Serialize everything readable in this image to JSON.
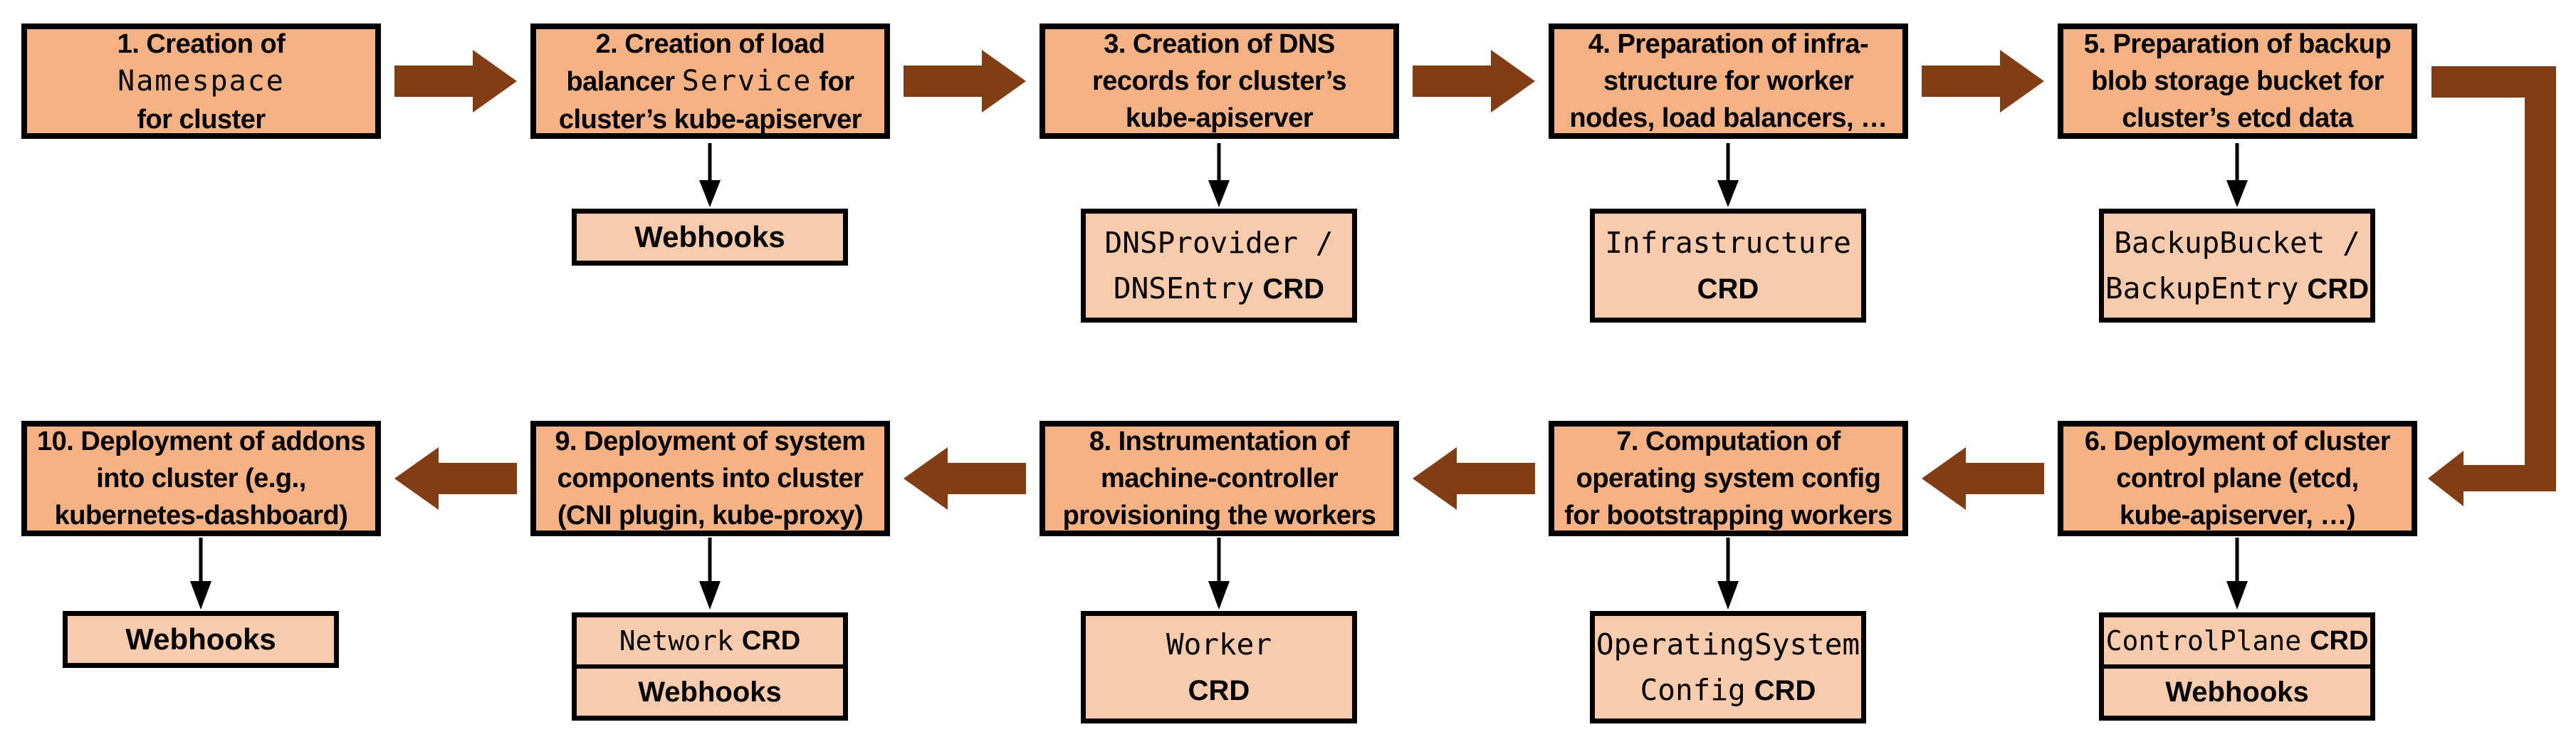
{
  "colors": {
    "main_box_fill": "#F4B183",
    "sub_box_fill": "#F8CBAD",
    "arrow_brown": "#833D14",
    "border": "#000000"
  },
  "steps": [
    {
      "num": "1",
      "lines": [
        {
          "pre": "1. Creation of"
        },
        {
          "mono": "Namespace"
        },
        {
          "pre": "for cluster"
        }
      ],
      "subs": []
    },
    {
      "num": "2",
      "lines": [
        {
          "pre": "2. Creation of load"
        },
        {
          "pre": "balancer ",
          "mono": "Service",
          "post": " for"
        },
        {
          "pre": "cluster’s kube-apiserver"
        }
      ],
      "subs": [
        {
          "lines": [
            {
              "bold": "Webhooks"
            }
          ]
        }
      ]
    },
    {
      "num": "3",
      "lines": [
        {
          "pre": "3. Creation of DNS"
        },
        {
          "pre": "records for cluster’s"
        },
        {
          "pre": "kube-apiserver"
        }
      ],
      "subs": [
        {
          "lines": [
            {
              "mono": "DNSProvider /"
            },
            {
              "mono": "DNSEntry",
              "crd": "CRD"
            }
          ]
        }
      ]
    },
    {
      "num": "4",
      "lines": [
        {
          "pre": "4. Preparation of infra-"
        },
        {
          "pre": "structure for worker"
        },
        {
          "pre": "nodes, load balancers, …"
        }
      ],
      "subs": [
        {
          "lines": [
            {
              "mono": "Infrastructure"
            },
            {
              "crd": "CRD"
            }
          ]
        }
      ]
    },
    {
      "num": "5",
      "lines": [
        {
          "pre": "5. Preparation of backup"
        },
        {
          "pre": "blob storage bucket for"
        },
        {
          "pre": "cluster’s etcd data"
        }
      ],
      "subs": [
        {
          "lines": [
            {
              "mono": "BackupBucket /"
            },
            {
              "mono": "BackupEntry",
              "crd": "CRD"
            }
          ]
        }
      ]
    },
    {
      "num": "6",
      "lines": [
        {
          "pre": "6. Deployment of cluster"
        },
        {
          "pre": "control plane (etcd,"
        },
        {
          "pre": "kube-apiserver, …)"
        }
      ],
      "subs": [
        {
          "lines": [
            {
              "mono": "ControlPlane",
              "crd": "CRD"
            }
          ]
        },
        {
          "lines": [
            {
              "bold": "Webhooks"
            }
          ]
        }
      ]
    },
    {
      "num": "7",
      "lines": [
        {
          "pre": "7. Computation of"
        },
        {
          "pre": "operating system config"
        },
        {
          "pre": "for bootstrapping workers"
        }
      ],
      "subs": [
        {
          "lines": [
            {
              "mono": "OperatingSystem"
            },
            {
              "mono": "Config",
              "crd": "CRD"
            }
          ]
        }
      ]
    },
    {
      "num": "8",
      "lines": [
        {
          "pre": "8. Instrumentation of"
        },
        {
          "pre": "machine-controller"
        },
        {
          "pre": "provisioning the workers"
        }
      ],
      "subs": [
        {
          "lines": [
            {
              "mono": "Worker"
            },
            {
              "crd": "CRD"
            }
          ]
        }
      ]
    },
    {
      "num": "9",
      "lines": [
        {
          "pre": "9. Deployment of system"
        },
        {
          "pre": "components into cluster"
        },
        {
          "pre": "(CNI plugin, kube-proxy)"
        }
      ],
      "subs": [
        {
          "lines": [
            {
              "mono": "Network",
              "crd": "CRD"
            }
          ]
        },
        {
          "lines": [
            {
              "bold": "Webhooks"
            }
          ]
        }
      ]
    },
    {
      "num": "10",
      "lines": [
        {
          "pre": "10. Deployment of addons"
        },
        {
          "pre": "into cluster (e.g.,"
        },
        {
          "pre": "kubernetes-dashboard)"
        }
      ],
      "subs": [
        {
          "lines": [
            {
              "bold": "Webhooks"
            }
          ]
        }
      ]
    }
  ]
}
